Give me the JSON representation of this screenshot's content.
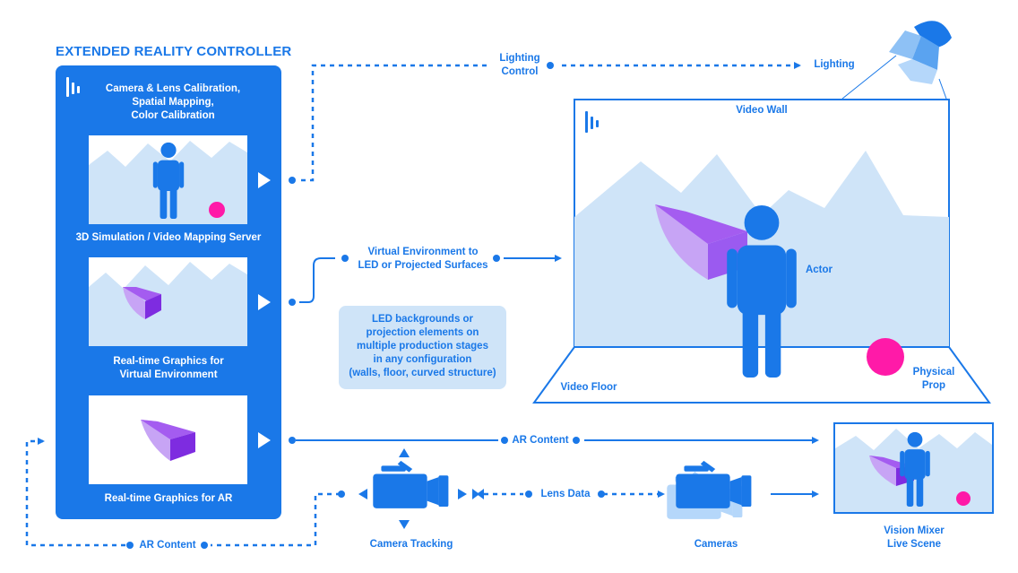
{
  "controller": {
    "title": "EXTENDED REALITY CONTROLLER",
    "calibration_lines": [
      "Camera & Lens Calibration,",
      "Spatial Mapping,",
      "Color Calibration"
    ],
    "panel1_label": "3D Simulation / Video Mapping Server",
    "panel2_label_lines": [
      "Real-time Graphics for",
      "Virtual Environment"
    ],
    "panel3_label": "Real-time Graphics for AR"
  },
  "flows": {
    "lighting_control_lines": [
      "Lighting",
      "Control"
    ],
    "lighting": "Lighting",
    "virtual_env_lines": [
      "Virtual Environment to",
      "LED or Projected Surfaces"
    ],
    "ar_content_main": "AR Content",
    "ar_content_bottom": "AR Content",
    "lens_data": "Lens Data"
  },
  "note_lines": [
    "LED backgrounds or",
    "projection elements on",
    "multiple production stages",
    "in any configuration",
    "(walls, floor, curved structure)"
  ],
  "stage": {
    "video_wall": "Video Wall",
    "video_floor": "Video Floor",
    "actor": "Actor",
    "prop_lines": [
      "Physical",
      "Prop"
    ]
  },
  "equipment": {
    "camera_tracking": "Camera Tracking",
    "cameras": "Cameras",
    "vision_mixer_lines": [
      "Vision Mixer",
      "Live Scene"
    ]
  },
  "colors": {
    "brand_blue": "#1a78e8",
    "light_blue": "#cfe4f8",
    "magenta": "#ff1aa8",
    "purple": "#a45cf0"
  }
}
